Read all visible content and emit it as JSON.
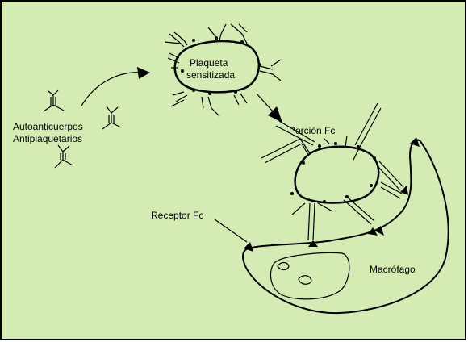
{
  "colors": {
    "background": "#d4ecb4",
    "frame": "#000000",
    "ink": "#000000"
  },
  "labels": {
    "autoanticuerpos": "Autoanticuerpos",
    "antiplaquetarios": "Antiplaquetarios",
    "plaqueta": "Plaqueta",
    "sensitizada": "sensitizada",
    "porcion_fc": "Porción Fc",
    "receptor_fc": "Receptor Fc",
    "macrofago": "Macrófago"
  }
}
